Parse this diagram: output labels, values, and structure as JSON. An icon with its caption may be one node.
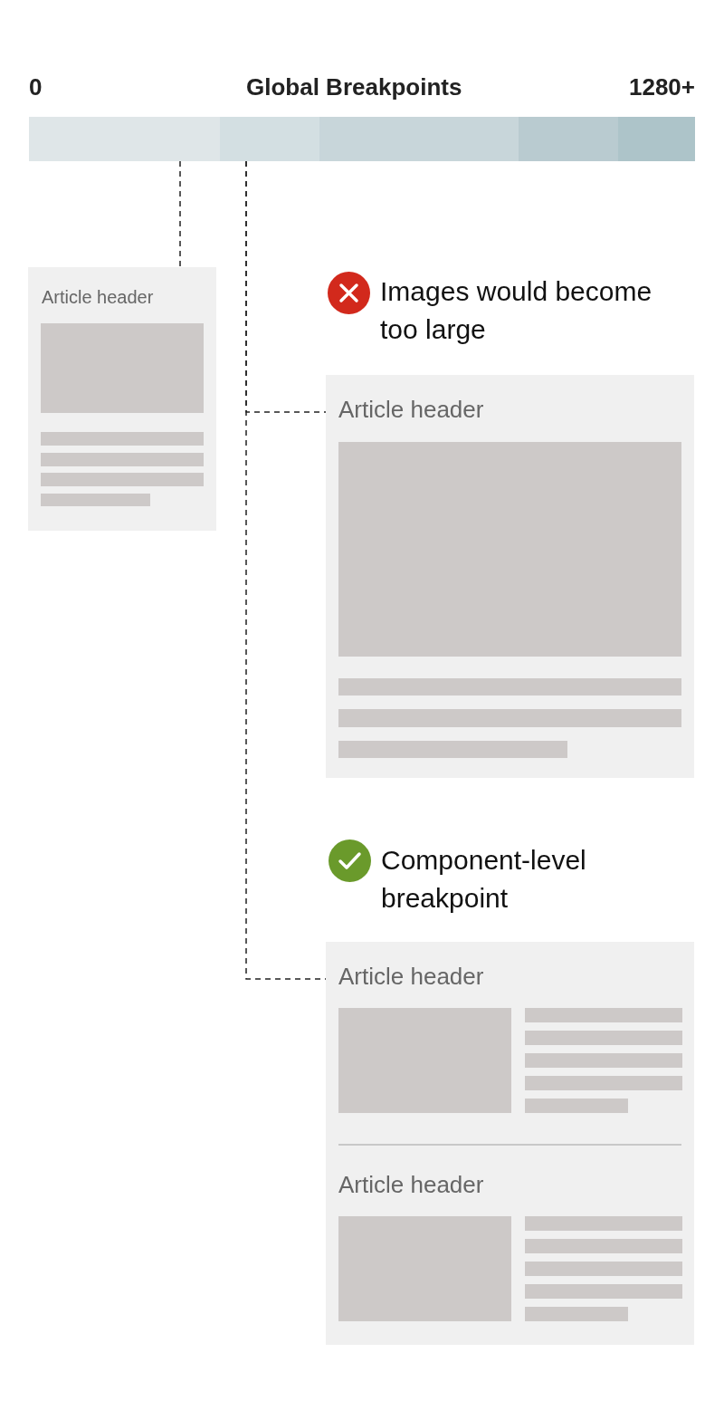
{
  "diagram": {
    "title": "Global Breakpoints",
    "nodes": [
      {
        "text": [],
        "shape": "bar"
      },
      {
        "text": [],
        "shape": "bar"
      },
      {
        "text": [],
        "shape": "bar"
      },
      {
        "text": [],
        "shape": "bar"
      },
      {
        "text": [],
        "shape": "bar"
      },
      {
        "text": [
          "Article header"
        ]
      },
      {
        "text": [
          "Article header"
        ],
        "beside": [
          "Images would become too large"
        ]
      },
      {
        "text": [
          "Article header",
          "Article header"
        ],
        "beside": [
          "Component-level breakpoint"
        ]
      }
    ],
    "edges": [
      {
        "from": 0,
        "to": 5,
        "arrow": "none",
        "style": "dashed"
      },
      {
        "from": 1,
        "to": 6,
        "arrow": "none",
        "style": "dashed"
      },
      {
        "from": 1,
        "to": 7,
        "arrow": "none",
        "style": "dashed"
      }
    ],
    "labels": [
      "0",
      "1280+"
    ]
  }
}
